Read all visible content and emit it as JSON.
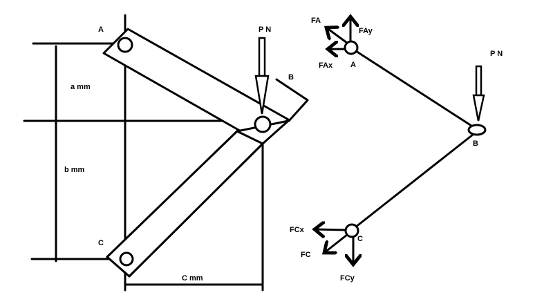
{
  "left_diagram": {
    "point_a": "A",
    "point_b": "B",
    "point_c": "C",
    "load": "P N",
    "dim_a": "a mm",
    "dim_b": "b mm",
    "dim_c": "C mm"
  },
  "free_body": {
    "point_a": "A",
    "point_b": "B",
    "point_c": "C",
    "load": "P  N",
    "fa": "FA",
    "fay": "FAy",
    "fax": "FAx",
    "fc": "FC",
    "fcx": "FCx",
    "fcy": "FCy"
  }
}
